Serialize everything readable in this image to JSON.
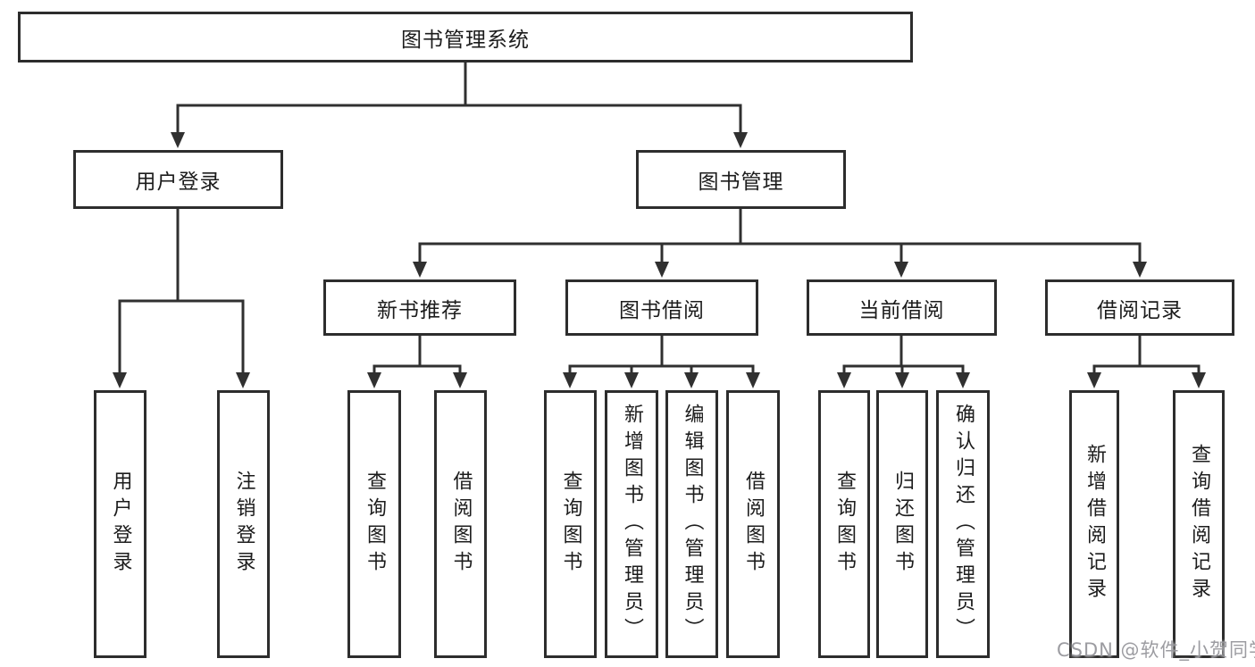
{
  "diagram": {
    "type": "tree",
    "root": {
      "label": "图书管理系统",
      "children": [
        {
          "label": "用户登录",
          "children": [
            {
              "label": "用户登录"
            },
            {
              "label": "注销登录"
            }
          ]
        },
        {
          "label": "图书管理",
          "children": [
            {
              "label": "新书推荐",
              "children": [
                {
                  "label": "查询图书"
                },
                {
                  "label": "借阅图书"
                }
              ]
            },
            {
              "label": "图书借阅",
              "children": [
                {
                  "label": "查询图书"
                },
                {
                  "label": "新增图书（管理员）"
                },
                {
                  "label": "编辑图书（管理员）"
                },
                {
                  "label": "借阅图书"
                }
              ]
            },
            {
              "label": "当前借阅",
              "children": [
                {
                  "label": "查询图书"
                },
                {
                  "label": "归还图书"
                },
                {
                  "label": "确认归还（管理员）"
                }
              ]
            },
            {
              "label": "借阅记录",
              "children": [
                {
                  "label": "新增借阅记录"
                },
                {
                  "label": "查询借阅记录"
                }
              ]
            }
          ]
        }
      ]
    }
  },
  "watermark": {
    "text": "CSDN @软件_小贺同学"
  },
  "colors": {
    "line": "#303030",
    "box_border": "#2d2d2d",
    "box_bg": "#ffffff",
    "text": "#1c1c1c",
    "watermark": "#949499",
    "page_bg": "#ffffff"
  }
}
